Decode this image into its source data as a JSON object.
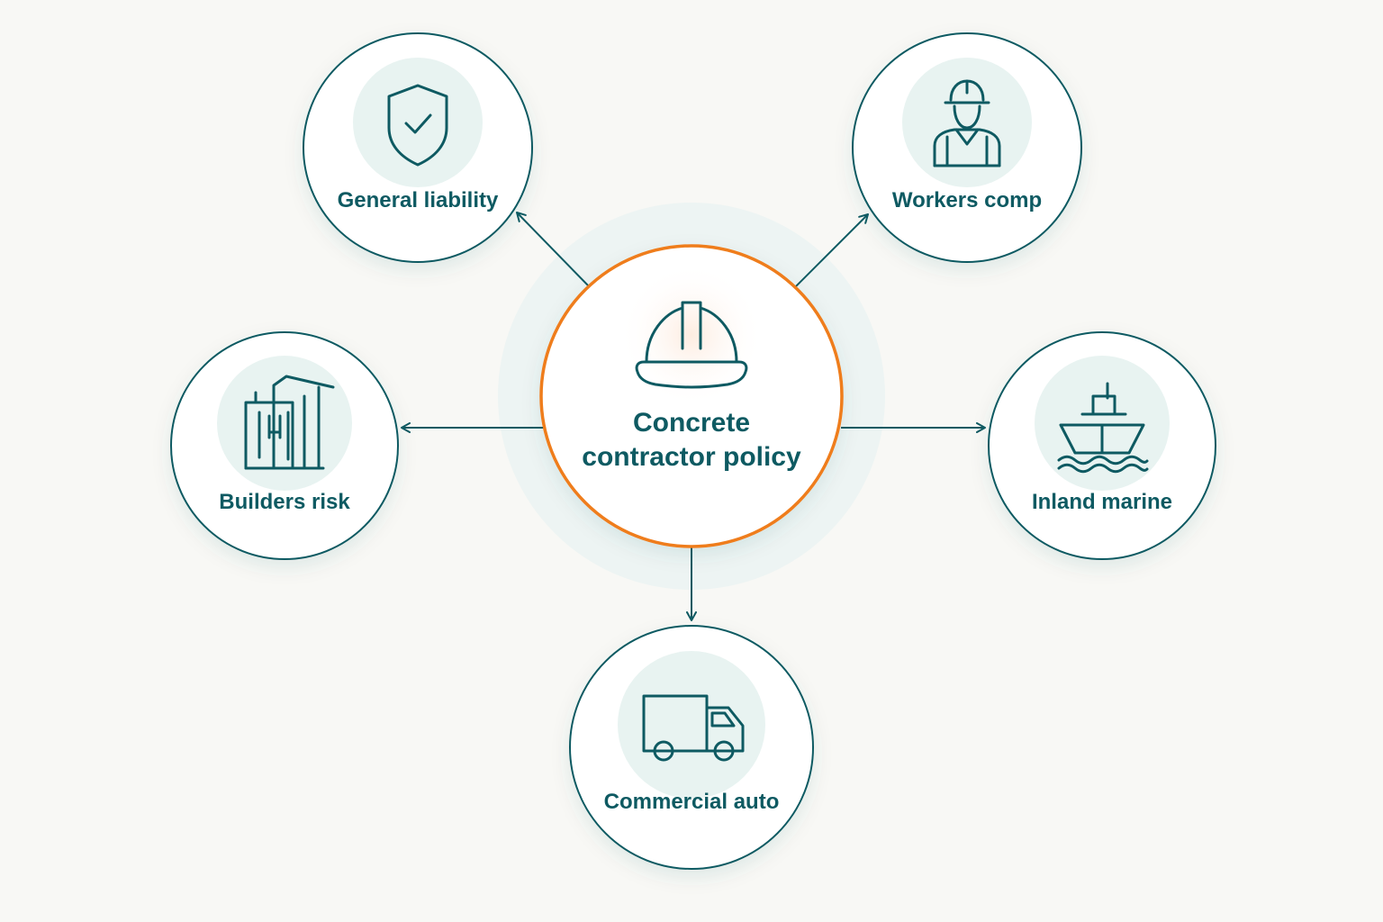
{
  "colors": {
    "background": "#f8f8f5",
    "primary": "#0e5a62",
    "accent": "#ef7d1a",
    "halo": "#e6f2f0",
    "icon_bg": "#e8f3f1",
    "center_icon_bg": "#fbefe6"
  },
  "center": {
    "title_line1": "Concrete",
    "title_line2": "contractor policy",
    "icon": "hard-hat-icon"
  },
  "coverages": {
    "general_liability": {
      "label": "General liability",
      "icon": "shield-check-icon"
    },
    "workers_comp": {
      "label": "Workers comp",
      "icon": "construction-worker-icon"
    },
    "builders_risk": {
      "label": "Builders risk",
      "icon": "buildings-icon"
    },
    "inland_marine": {
      "label": "Inland marine",
      "icon": "ship-icon"
    },
    "commercial_auto": {
      "label": "Commercial auto",
      "icon": "truck-icon"
    }
  }
}
